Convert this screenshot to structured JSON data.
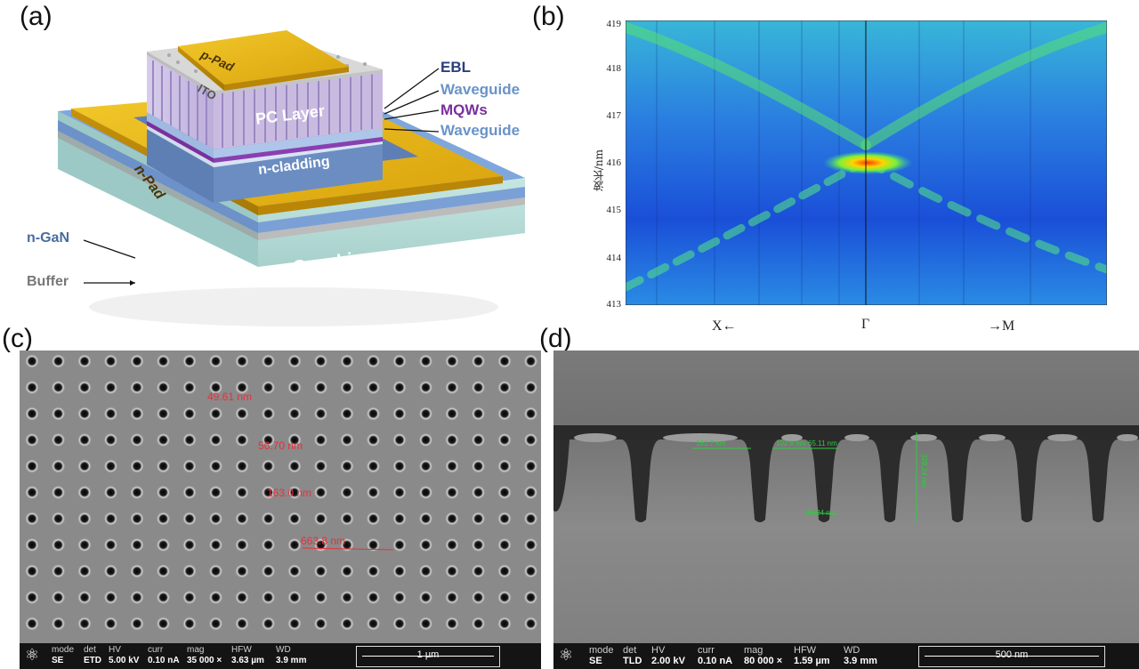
{
  "panels": {
    "a": {
      "label": "(a)",
      "layers": {
        "p_pad": "p-Pad",
        "ito": "ITO",
        "pc_layer": "PC Layer",
        "n_cladding": "n-cladding",
        "n_pad": "n-Pad",
        "sapphire": "Sapphire"
      },
      "callouts": {
        "ebl": "EBL",
        "waveguide_top": "Waveguide",
        "mqws": "MQWs",
        "waveguide_bottom": "Waveguide",
        "n_gan": "n-GaN",
        "buffer": "Buffer"
      },
      "colors": {
        "gold": "#e0b112",
        "pc_violet": "#cdbfe3",
        "cladding_blue": "#5f80b4",
        "ngan_blue": "#7097cd",
        "sapphire": "#b9dcd8",
        "ebl_label": "#2a3f7a",
        "waveguide_label": "#6a93c8",
        "mqw_label": "#7a2f9e",
        "buffer_label": "#777777"
      }
    },
    "b": {
      "label": "(b)",
      "y_axis_label": "波长/nm",
      "y_ticks": [
        "419",
        "418",
        "417",
        "416",
        "415",
        "414",
        "413"
      ],
      "x_ticks": [
        "X←",
        "Γ",
        "→M"
      ]
    },
    "c": {
      "label": "(c)",
      "measurements": [
        "49.61 nm",
        "56.70 nm",
        "163.0 nm",
        "663.8 nm"
      ],
      "info_bar": {
        "cols": [
          {
            "label": "mode",
            "value": "SE"
          },
          {
            "label": "det",
            "value": "ETD"
          },
          {
            "label": "HV",
            "value": "5.00 kV"
          },
          {
            "label": "curr",
            "value": "0.10 nA"
          },
          {
            "label": "mag",
            "value": "35 000 ×"
          },
          {
            "label": "HFW",
            "value": "3.63 µm"
          },
          {
            "label": "WD",
            "value": "3.9 mm"
          }
        ],
        "scale": "1 µm"
      }
    },
    "d": {
      "label": "(d)",
      "measurements": [
        "161.7 nm",
        "102.8 nm",
        "65.11 nm",
        "328.24 nm",
        "90.24 nm"
      ],
      "info_bar": {
        "cols": [
          {
            "label": "mode",
            "value": "SE"
          },
          {
            "label": "det",
            "value": "TLD"
          },
          {
            "label": "HV",
            "value": "2.00 kV"
          },
          {
            "label": "curr",
            "value": "0.10 nA"
          },
          {
            "label": "mag",
            "value": "80 000 ×"
          },
          {
            "label": "HFW",
            "value": "1.59 µm"
          },
          {
            "label": "WD",
            "value": "3.9 mm"
          }
        ],
        "scale": "500 nm"
      }
    }
  }
}
